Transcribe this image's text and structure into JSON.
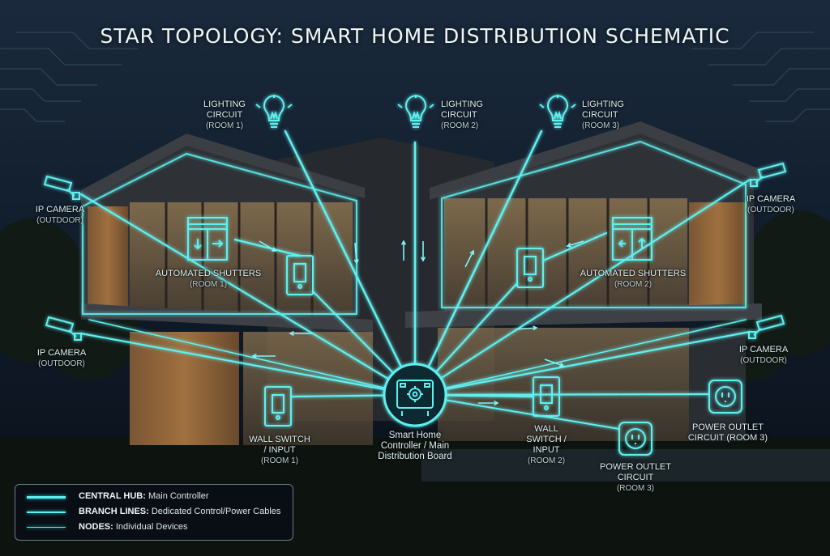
{
  "title": "STAR TOPOLOGY: SMART HOME DISTRIBUTION SCHEMATIC",
  "colors": {
    "line": "#5ff0f0",
    "glow": "#22d3da",
    "background": "#0b1220",
    "house": "#2a2e33"
  },
  "hub": {
    "label": "Smart Home\nController / Main\nDistribution Board",
    "icon": "controller-gear-icon"
  },
  "nodes": {
    "lighting_1": {
      "label": "LIGHTING\nCIRCUIT",
      "sub": "(ROOM 1)",
      "icon": "lightbulb-icon"
    },
    "lighting_2": {
      "label": "LIGHTING\nCIRCUIT",
      "sub": "(ROOM 2)",
      "icon": "lightbulb-icon"
    },
    "lighting_3": {
      "label": "LIGHTING\nCIRCUIT",
      "sub": "(ROOM 3)",
      "icon": "lightbulb-icon"
    },
    "camera_ul": {
      "label": "IP CAMERA",
      "sub": "(OUTDOOR)",
      "icon": "security-camera-icon"
    },
    "camera_ur": {
      "label": "IP CAMERA",
      "sub": "(OUTDOOR)",
      "icon": "security-camera-icon"
    },
    "camera_ll": {
      "label": "IP CAMERA",
      "sub": "(OUTDOOR)",
      "icon": "security-camera-icon"
    },
    "camera_lr": {
      "label": "IP CAMERA",
      "sub": "(OUTDOOR)",
      "icon": "security-camera-icon"
    },
    "shutters_1": {
      "label": "AUTOMATED SHUTTERS",
      "sub": "(ROOM 1)",
      "icon": "shutter-window-icon"
    },
    "shutters_2": {
      "label": "AUTOMATED SHUTTERS",
      "sub": "(ROOM 2)",
      "icon": "shutter-window-icon"
    },
    "switch_1": {
      "label": "WALL SWITCH\n/ INPUT",
      "sub": "(ROOM 1)",
      "icon": "wall-switch-icon"
    },
    "switch_2": {
      "label": "WALL\nSWITCH /\nINPUT",
      "sub": "(ROOM 2)",
      "icon": "wall-switch-icon"
    },
    "outlet_a": {
      "label": "POWER OUTLET\nCIRCUIT",
      "sub": "(ROOM 3)",
      "icon": "power-outlet-icon"
    },
    "outlet_b": {
      "label": "POWER OUTLET\nCIRCUIT (ROOM 3)",
      "sub": "",
      "icon": "power-outlet-icon"
    }
  },
  "legend": [
    {
      "key": "CENTRAL HUB:",
      "text": "Main Controller",
      "weight": "thick"
    },
    {
      "key": "BRANCH LINES:",
      "text": "Dedicated Control/Power Cables",
      "weight": "medium"
    },
    {
      "key": "NODES:",
      "text": "Individual Devices",
      "weight": "thin"
    }
  ]
}
